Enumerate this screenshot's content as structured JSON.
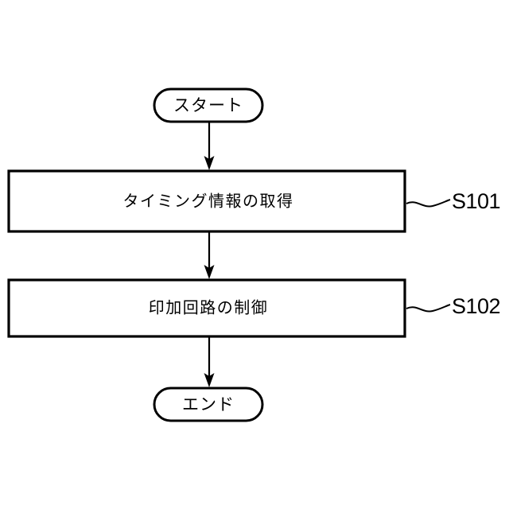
{
  "figure": {
    "type": "flowchart",
    "orientation": "vertical",
    "background_color": "#ffffff",
    "stroke_color": "#000000"
  },
  "nodes": {
    "start": {
      "label": "スタート",
      "shape": "stadium"
    },
    "step1": {
      "label": "タイミング情報の取得",
      "shape": "rectangle",
      "ref": "S101"
    },
    "step2": {
      "label": "印加回路の制御",
      "shape": "rectangle",
      "ref": "S102"
    },
    "end": {
      "label": "エンド",
      "shape": "stadium"
    }
  },
  "connectors": [
    {
      "from": "start",
      "to": "step1",
      "arrow": "down"
    },
    {
      "from": "step1",
      "to": "step2",
      "arrow": "down"
    },
    {
      "from": "step2",
      "to": "end",
      "arrow": "down"
    }
  ]
}
